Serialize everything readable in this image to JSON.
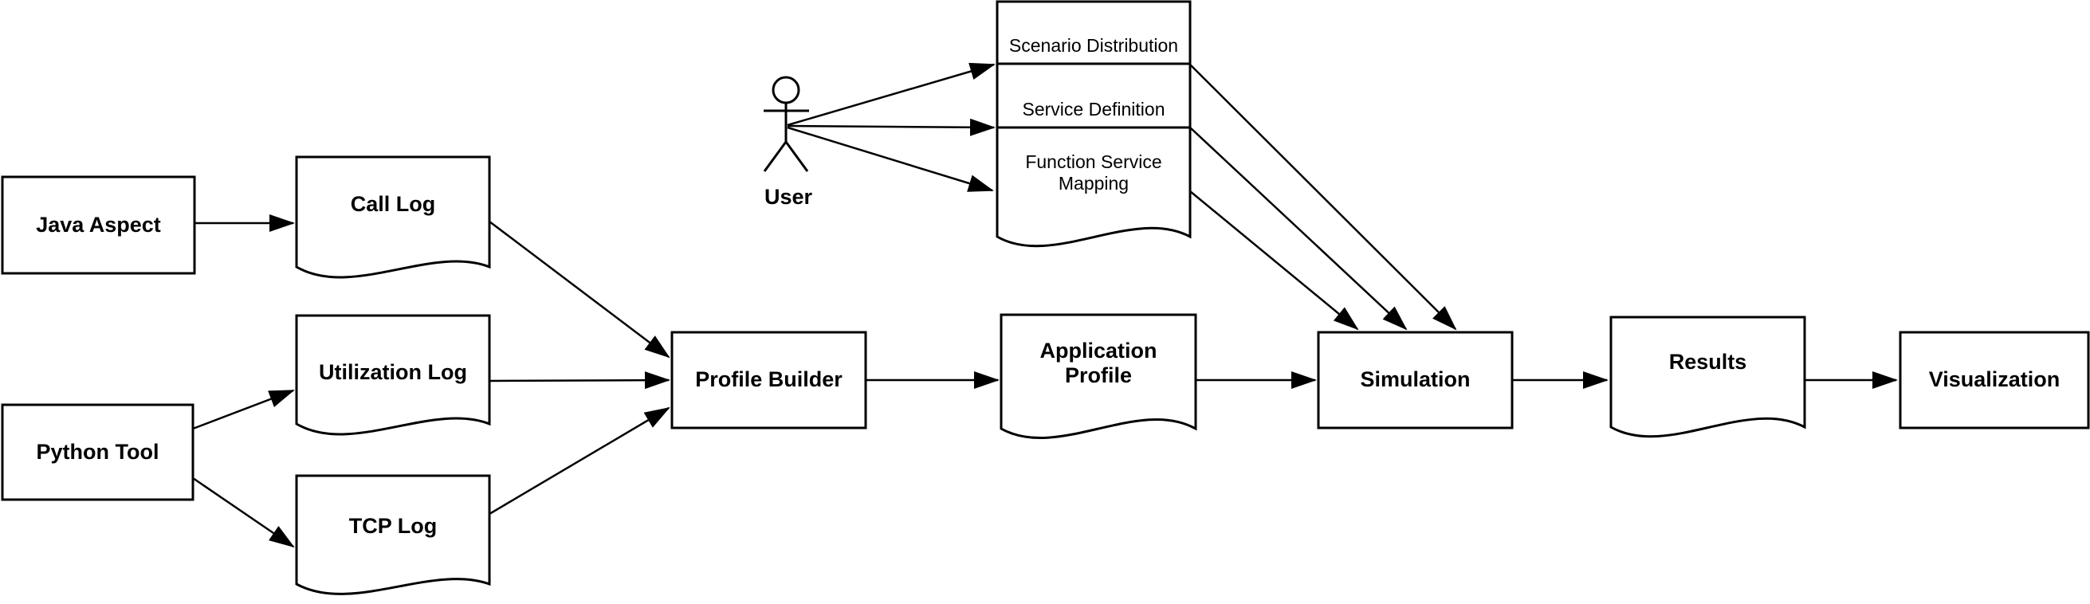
{
  "diagram": {
    "background_color": "#ffffff",
    "stroke_color": "#000000",
    "fill_color": "#ffffff",
    "text_color": "#000000",
    "nodes": {
      "java_aspect": {
        "label": "Java Aspect",
        "shape": "rectangle"
      },
      "python_tool": {
        "label": "Python Tool",
        "shape": "rectangle"
      },
      "call_log": {
        "label": "Call Log",
        "shape": "document"
      },
      "utilization_log": {
        "label": "Utilization Log",
        "shape": "document"
      },
      "tcp_log": {
        "label": "TCP Log",
        "shape": "document"
      },
      "profile_builder": {
        "label": "Profile Builder",
        "shape": "rectangle"
      },
      "application_profile": {
        "label": "Application\nProfile",
        "shape": "document"
      },
      "user": {
        "label": "User",
        "shape": "actor"
      },
      "scenario_distribution": {
        "label": "Scenario Distribution",
        "shape": "document-stack-section"
      },
      "service_definition": {
        "label": "Service Definition",
        "shape": "document-stack-section"
      },
      "function_service_mapping": {
        "label": "Function Service\nMapping",
        "shape": "document-stack-section"
      },
      "simulation": {
        "label": "Simulation",
        "shape": "rectangle"
      },
      "results": {
        "label": "Results",
        "shape": "document"
      },
      "visualization": {
        "label": "Visualization",
        "shape": "rectangle"
      }
    },
    "edges": [
      {
        "from": "java_aspect",
        "to": "call_log"
      },
      {
        "from": "python_tool",
        "to": "utilization_log"
      },
      {
        "from": "python_tool",
        "to": "tcp_log"
      },
      {
        "from": "call_log",
        "to": "profile_builder"
      },
      {
        "from": "utilization_log",
        "to": "profile_builder"
      },
      {
        "from": "tcp_log",
        "to": "profile_builder"
      },
      {
        "from": "profile_builder",
        "to": "application_profile"
      },
      {
        "from": "application_profile",
        "to": "simulation"
      },
      {
        "from": "user",
        "to": "scenario_distribution"
      },
      {
        "from": "user",
        "to": "service_definition"
      },
      {
        "from": "user",
        "to": "function_service_mapping"
      },
      {
        "from": "scenario_distribution",
        "to": "simulation"
      },
      {
        "from": "service_definition",
        "to": "simulation"
      },
      {
        "from": "function_service_mapping",
        "to": "simulation"
      },
      {
        "from": "simulation",
        "to": "results"
      },
      {
        "from": "results",
        "to": "visualization"
      }
    ]
  }
}
